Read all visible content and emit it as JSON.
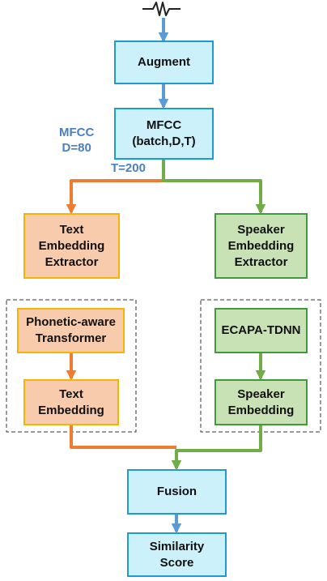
{
  "nodes": {
    "augment": "Augment",
    "mfcc": "MFCC\n(batch,D,T)",
    "text_extractor": "Text\nEmbedding\nExtractor",
    "speaker_extractor": "Speaker\nEmbedding\nExtractor",
    "phonetic_transformer": "Phonetic-aware\nTransformer",
    "text_embedding": "Text\nEmbedding",
    "ecapa": "ECAPA-TDNN",
    "speaker_embedding": "Speaker\nEmbedding",
    "fusion": "Fusion",
    "similarity": "Similarity\nScore"
  },
  "labels": {
    "mfcc_dims": "MFCC\nD=80",
    "time_frames": "T=200"
  },
  "colors": {
    "blue_arrow": "#5b9bd5",
    "orange_arrow": "#ed7d31",
    "green_arrow": "#70ad47",
    "blue_fill": "#ccf1fb",
    "blue_border": "#1b9bd1",
    "orange_fill": "#f8cbad",
    "orange_border": "#f5b400",
    "green_fill": "#c8e2b5",
    "green_border": "#3f9a3a"
  },
  "icons": {
    "input": "waveform-icon"
  }
}
